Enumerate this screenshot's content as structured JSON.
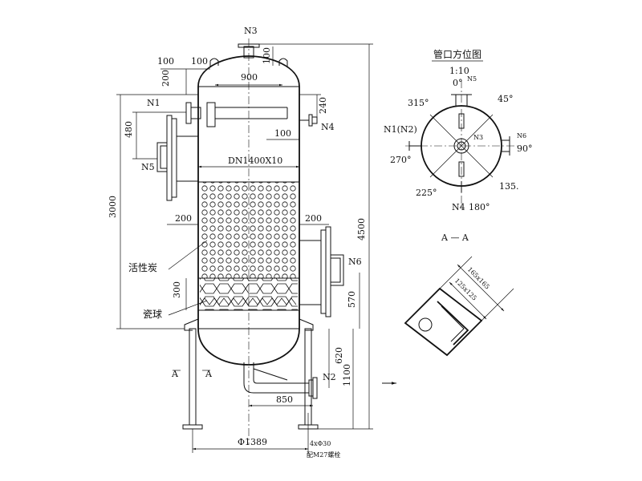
{
  "main_view": {
    "nozzles": {
      "n1": "N1",
      "n2": "N2",
      "n3": "N3",
      "n4": "N4",
      "n5": "N5",
      "n6": "N6"
    },
    "dimensions": {
      "top_100_a": "100",
      "top_100_b": "100",
      "dim_200_top": "200",
      "dim_900": "900",
      "dim_240": "240",
      "dim_480": "480",
      "dim_100_mid": "100",
      "shell": "DN1400X10",
      "dim_3000": "3000",
      "dim_4500": "4500",
      "dim_200_left": "200",
      "dim_200_right": "200",
      "dim_300": "300",
      "dim_570": "570",
      "dim_620": "620",
      "dim_1100": "1100",
      "dim_850": "850",
      "base_dia": "Φ1389",
      "bolts": "4xΦ30",
      "bolt_note": "配M27螺栓"
    },
    "labels": {
      "activated_carbon": "活性炭",
      "ceramic_balls": "瓷球",
      "section_a_left": "A",
      "section_a_right": "A"
    }
  },
  "orientation_view": {
    "title": "管口方位图",
    "scale": "1:10",
    "angles": {
      "a0": "0°",
      "a45": "45°",
      "a90": "90°",
      "a135": "135.",
      "a180": "180°",
      "a225": "225°",
      "a270": "270°",
      "a315": "315°"
    },
    "nozzle_labels": {
      "n5": "N5",
      "n6": "N6",
      "n3": "N3",
      "n4": "N4",
      "n1n2": "N1(N2)"
    }
  },
  "section_view": {
    "title": "A — A",
    "dim_outer": "165x165",
    "dim_inner": "125x125"
  }
}
